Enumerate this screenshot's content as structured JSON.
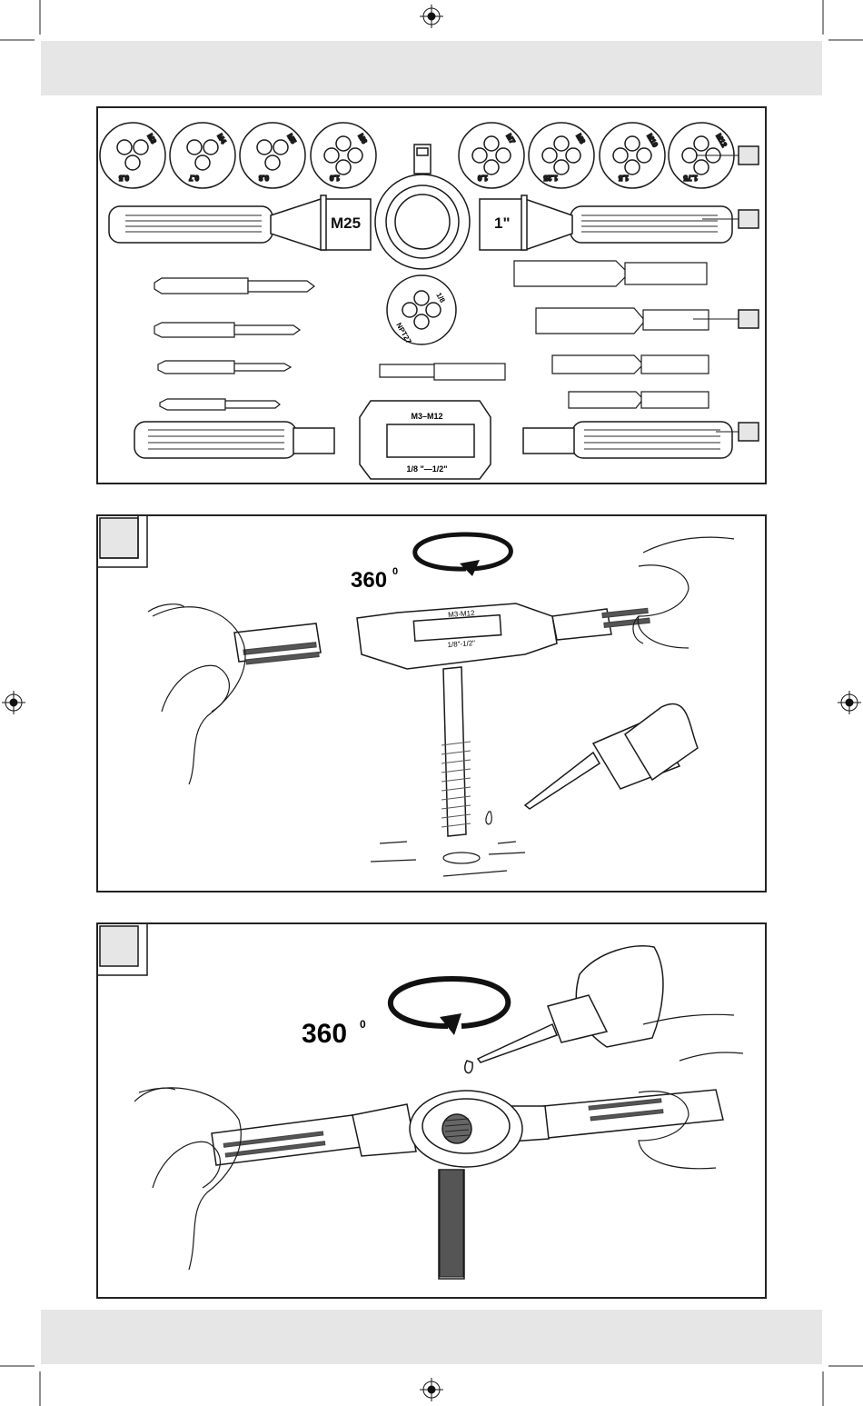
{
  "panel1": {
    "dies": [
      {
        "size": "M3",
        "pitch": "0.5"
      },
      {
        "size": "M4",
        "pitch": "0.7"
      },
      {
        "size": "M5",
        "pitch": "0.8"
      },
      {
        "size": "M6",
        "pitch": "1.0"
      },
      {
        "size": "M7",
        "pitch": "1.0"
      },
      {
        "size": "M8",
        "pitch": "1.25"
      },
      {
        "size": "M10",
        "pitch": "1.5"
      },
      {
        "size": "M12",
        "pitch": "1.75"
      }
    ],
    "die_wrench_left_label": "M25",
    "die_wrench_right_label": "1\"",
    "pipe_die_size": "1/8",
    "pipe_die_type": "NPT27",
    "tap_wrench_range": "M3–M12",
    "tap_wrench_inch_range": "1/8 \"—1/2\""
  },
  "panel2": {
    "rotation_value": "360",
    "rotation_unit": "0",
    "tap_wrench_range": "M3-M12",
    "tap_wrench_inch_range": "1/8\"-1/2\""
  },
  "panel3": {
    "rotation_value": "360",
    "rotation_unit": "0"
  },
  "colors": {
    "line": "#1a1a1a",
    "band": "#e6e6e6",
    "handle": "#555555"
  }
}
